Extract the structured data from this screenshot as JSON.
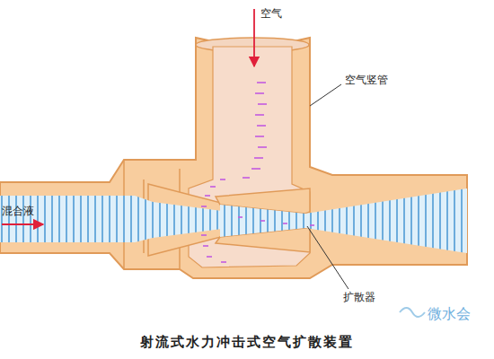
{
  "diagram": {
    "caption": "射流式水力冲击式空气扩散装置",
    "labels": [
      "空气",
      "空气竖管",
      "混合液",
      "扩散器",
      "微水会"
    ]
  }
}
